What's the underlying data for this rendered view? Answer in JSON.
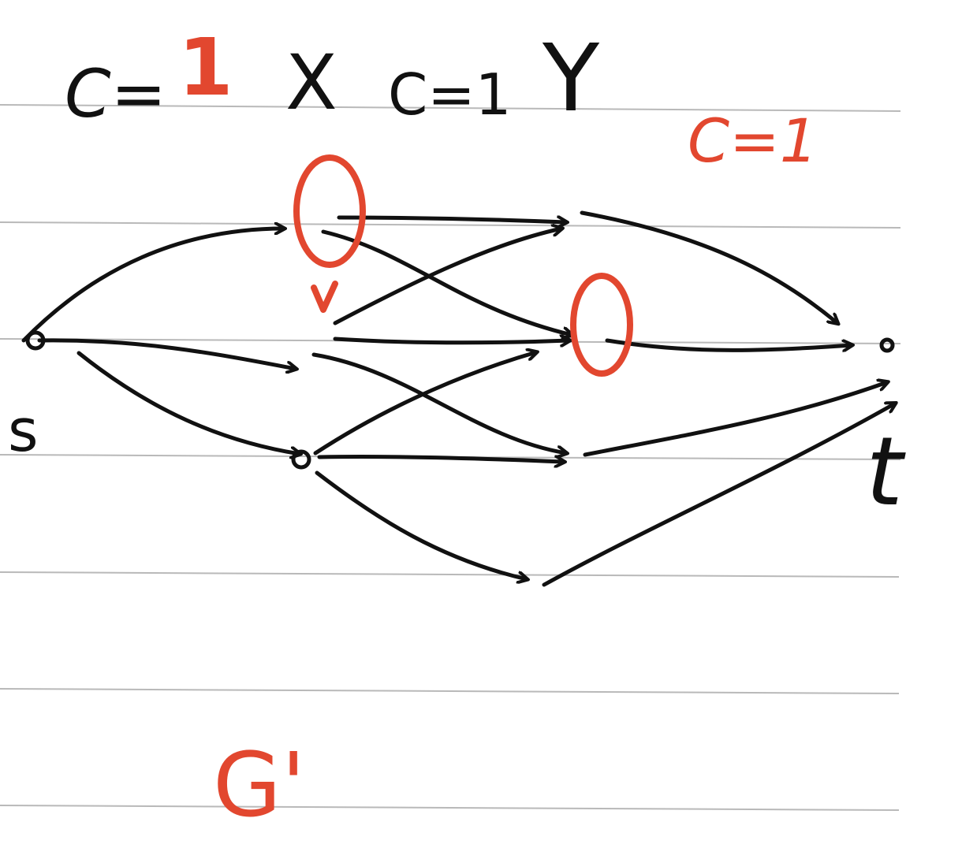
{
  "labels": {
    "left_capacity_prefix": "C=",
    "left_capacity_value": "1",
    "left_set": "X",
    "middle_capacity": "C=1",
    "right_set": "Y",
    "right_capacity": "C=1",
    "source": "s",
    "sink": "t",
    "graph_name": "G'"
  },
  "colors": {
    "ink": "#111111",
    "highlight": "#e2472f",
    "paper_lines": "#b9b9b9"
  },
  "nodes": {
    "source": "s",
    "sink": "t",
    "left": [
      "x1",
      "x2",
      "x3"
    ],
    "right": [
      "y1",
      "y2",
      "y3",
      "y4"
    ],
    "highlighted": [
      "x1",
      "y2"
    ]
  },
  "edges": [
    {
      "from": "s",
      "to": "x1"
    },
    {
      "from": "s",
      "to": "x2"
    },
    {
      "from": "s",
      "to": "x3"
    },
    {
      "from": "x1",
      "to": "y1"
    },
    {
      "from": "x1",
      "to": "y2"
    },
    {
      "from": "x2",
      "to": "y1"
    },
    {
      "from": "x2",
      "to": "y2"
    },
    {
      "from": "x2",
      "to": "y3"
    },
    {
      "from": "x3",
      "to": "y2"
    },
    {
      "from": "x3",
      "to": "y3"
    },
    {
      "from": "x3",
      "to": "y4"
    },
    {
      "from": "y1",
      "to": "t"
    },
    {
      "from": "y2",
      "to": "t"
    },
    {
      "from": "y3",
      "to": "t"
    },
    {
      "from": "y4",
      "to": "t"
    }
  ]
}
